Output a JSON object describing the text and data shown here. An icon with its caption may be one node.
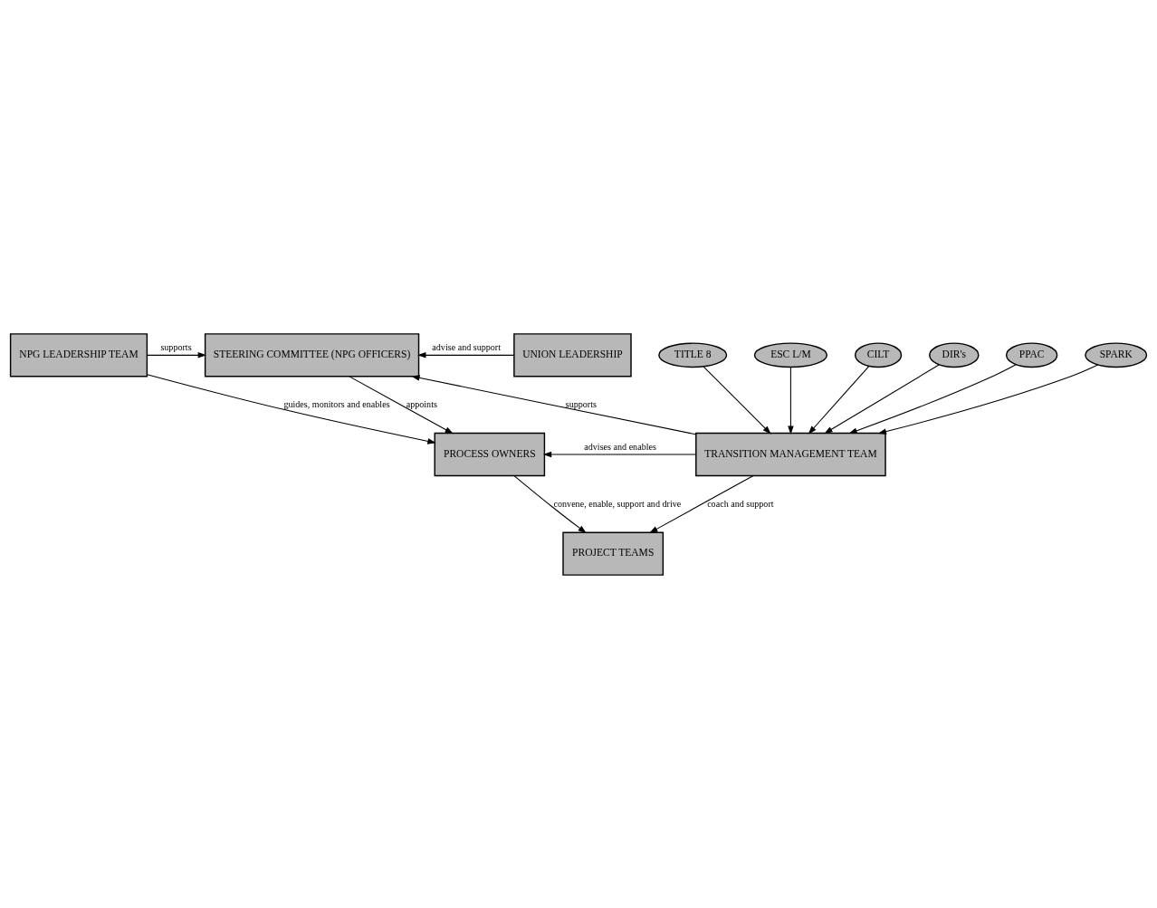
{
  "diagram": {
    "nodes": [
      {
        "text": [
          "NPG LEADERSHIP TEAM"
        ]
      },
      {
        "text": [
          "STEERING COMMITTEE (NPG OFFICERS)"
        ]
      },
      {
        "text": [
          "UNION LEADERSHIP"
        ]
      },
      {
        "text": [
          "PROCESS OWNERS"
        ]
      },
      {
        "text": [
          "TRANSITION MANAGEMENT TEAM"
        ]
      },
      {
        "text": [
          "TITLE 8"
        ]
      },
      {
        "text": [
          "ESC L/M"
        ]
      },
      {
        "text": [
          "CILT"
        ]
      },
      {
        "text": [
          "DIR's"
        ]
      },
      {
        "text": [
          "PPAC"
        ]
      },
      {
        "text": [
          "SPARK"
        ]
      },
      {
        "text": [
          "PROJECT TEAMS"
        ]
      }
    ],
    "edges": [
      {
        "from": 0,
        "to": 1,
        "arrow": "to",
        "label": "supports"
      },
      {
        "from": 2,
        "to": 1,
        "arrow": "to",
        "label": "advise and support"
      },
      {
        "from": 0,
        "to": 3,
        "arrow": "to",
        "label": "guides, monitors and enables"
      },
      {
        "from": 1,
        "to": 3,
        "arrow": "to",
        "label": "appoints"
      },
      {
        "from": 4,
        "to": 1,
        "arrow": "to",
        "label": "supports"
      },
      {
        "from": 4,
        "to": 3,
        "arrow": "to",
        "label": "advises and enables"
      },
      {
        "from": 3,
        "to": 11,
        "arrow": "to",
        "label": "convene, enable, support and drive"
      },
      {
        "from": 4,
        "to": 11,
        "arrow": "to",
        "label": "coach and support"
      },
      {
        "from": 5,
        "to": 4,
        "arrow": "to"
      },
      {
        "from": 6,
        "to": 4,
        "arrow": "to"
      },
      {
        "from": 7,
        "to": 4,
        "arrow": "to"
      },
      {
        "from": 8,
        "to": 4,
        "arrow": "to"
      },
      {
        "from": 9,
        "to": 4,
        "arrow": "to"
      },
      {
        "from": 10,
        "to": 4,
        "arrow": "to"
      }
    ]
  }
}
